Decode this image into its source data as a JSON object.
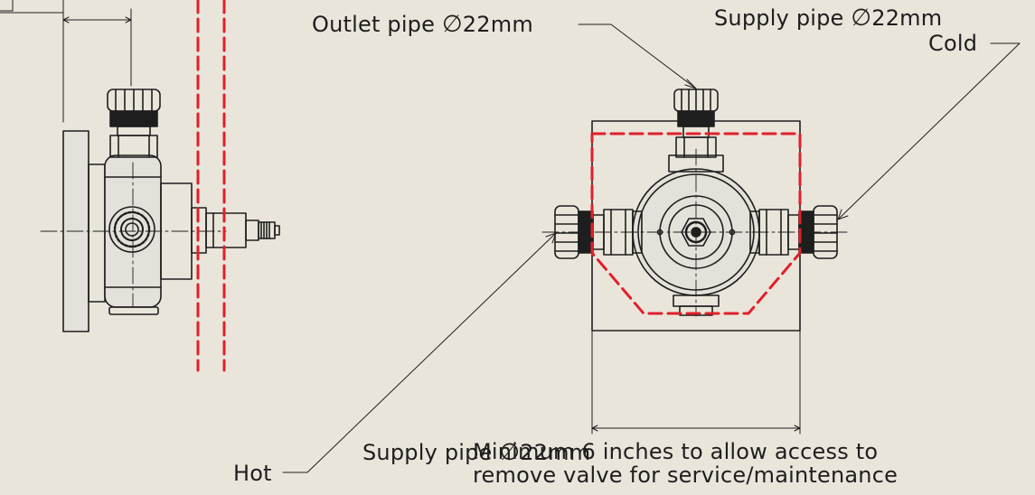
{
  "labels": {
    "outlet": {
      "prefix": "Outlet pipe",
      "symbol": "∅",
      "size": "22mm"
    },
    "supply_cold": {
      "prefix": "Supply pipe",
      "symbol": "∅",
      "size": "22mm",
      "sub": "Cold"
    },
    "supply_hot": {
      "prefix": "Supply pipe",
      "symbol": "∅",
      "size": "22mm",
      "sub": "Hot"
    },
    "clearance": {
      "line1": "Minimum 6 inches to allow access to",
      "line2": "remove valve for service/maintenance"
    }
  },
  "colors": {
    "background": "#eae5da",
    "outline": "#1e1e1e",
    "hidden_boundary": "#e0202a",
    "fill": "#e4e1da"
  }
}
